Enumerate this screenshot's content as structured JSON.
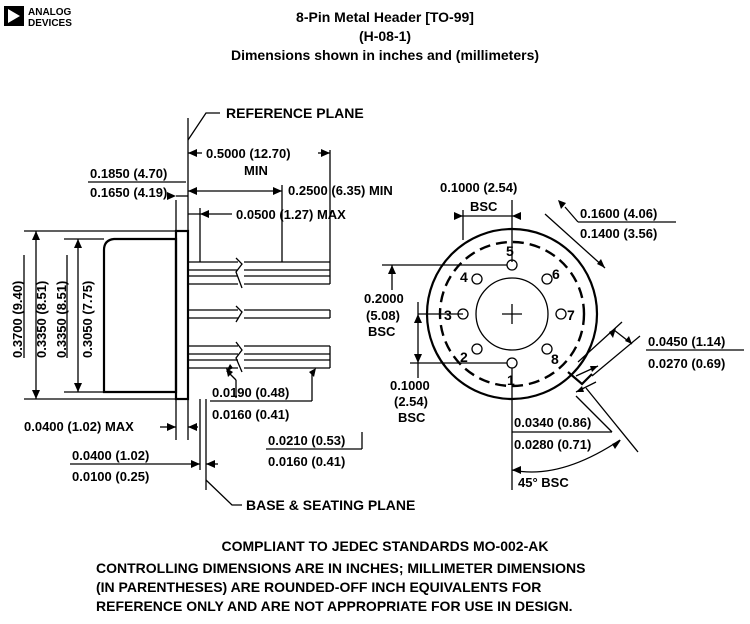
{
  "logo": {
    "brand_line1": "ANALOG",
    "brand_line2": "DEVICES"
  },
  "header": {
    "title": "8-Pin Metal Header [TO-99]",
    "code": "(H-08-1)",
    "subtitle": "Dimensions shown in inches and (millimeters)"
  },
  "labels": {
    "reference_plane": "REFERENCE PLANE",
    "base_seating_plane": "BASE & SEATING PLANE",
    "min": "MIN",
    "bsc": "BSC",
    "angle_bsc": "45° BSC"
  },
  "dimensions": {
    "lead_length_min": "0.5000 (12.70)",
    "flange_h_max": "0.1850 (4.70)",
    "flange_h_min": "0.1650 (4.19)",
    "lead_dia_zone": "0.2500 (6.35) MIN",
    "flange_t_max": "0.0500 (1.27) MAX",
    "outer_dia_max": "0.3700 (9.40)",
    "outer_dia_min": "0.3350 (8.51)",
    "cap_dia_max": "0.3350 (8.51)",
    "cap_dia_min": "0.3050 (7.75)",
    "lead_d_max": "0.0190 (0.48)",
    "lead_d_min": "0.0160 (0.41)",
    "lead_d2_max": "0.0210 (0.53)",
    "lead_d2_min": "0.0160 (0.41)",
    "base_max": "0.0400 (1.02) MAX",
    "base_t_max": "0.0400 (1.02)",
    "base_t_min": "0.0100 (0.25)",
    "pitch_top": "0.1000 (2.54)",
    "pcd_max": "0.1600 (4.06)",
    "pcd_min": "0.1400 (3.56)",
    "row_spacing_1": "0.2000",
    "row_spacing_2": "(5.08)",
    "pitch_bot_1": "0.1000",
    "pitch_bot_2": "(2.54)",
    "tab_w_max": "0.0450 (1.14)",
    "tab_w_min": "0.0270 (0.69)",
    "tab_l_max": "0.0340 (0.86)",
    "tab_l_min": "0.0280 (0.71)"
  },
  "pins": [
    "1",
    "2",
    "3",
    "4",
    "5",
    "6",
    "7",
    "8"
  ],
  "notes": {
    "jedec": "COMPLIANT TO JEDEC STANDARDS MO-002-AK",
    "line1": "CONTROLLING DIMENSIONS ARE IN INCHES; MILLIMETER  DIMENSIONS",
    "line2": "(IN PARENTHESES) ARE ROUNDED-OFF INCH EQUIVALENTS FOR",
    "line3": "REFERENCE ONLY AND ARE NOT APPROPRIATE FOR USE IN DESIGN."
  }
}
